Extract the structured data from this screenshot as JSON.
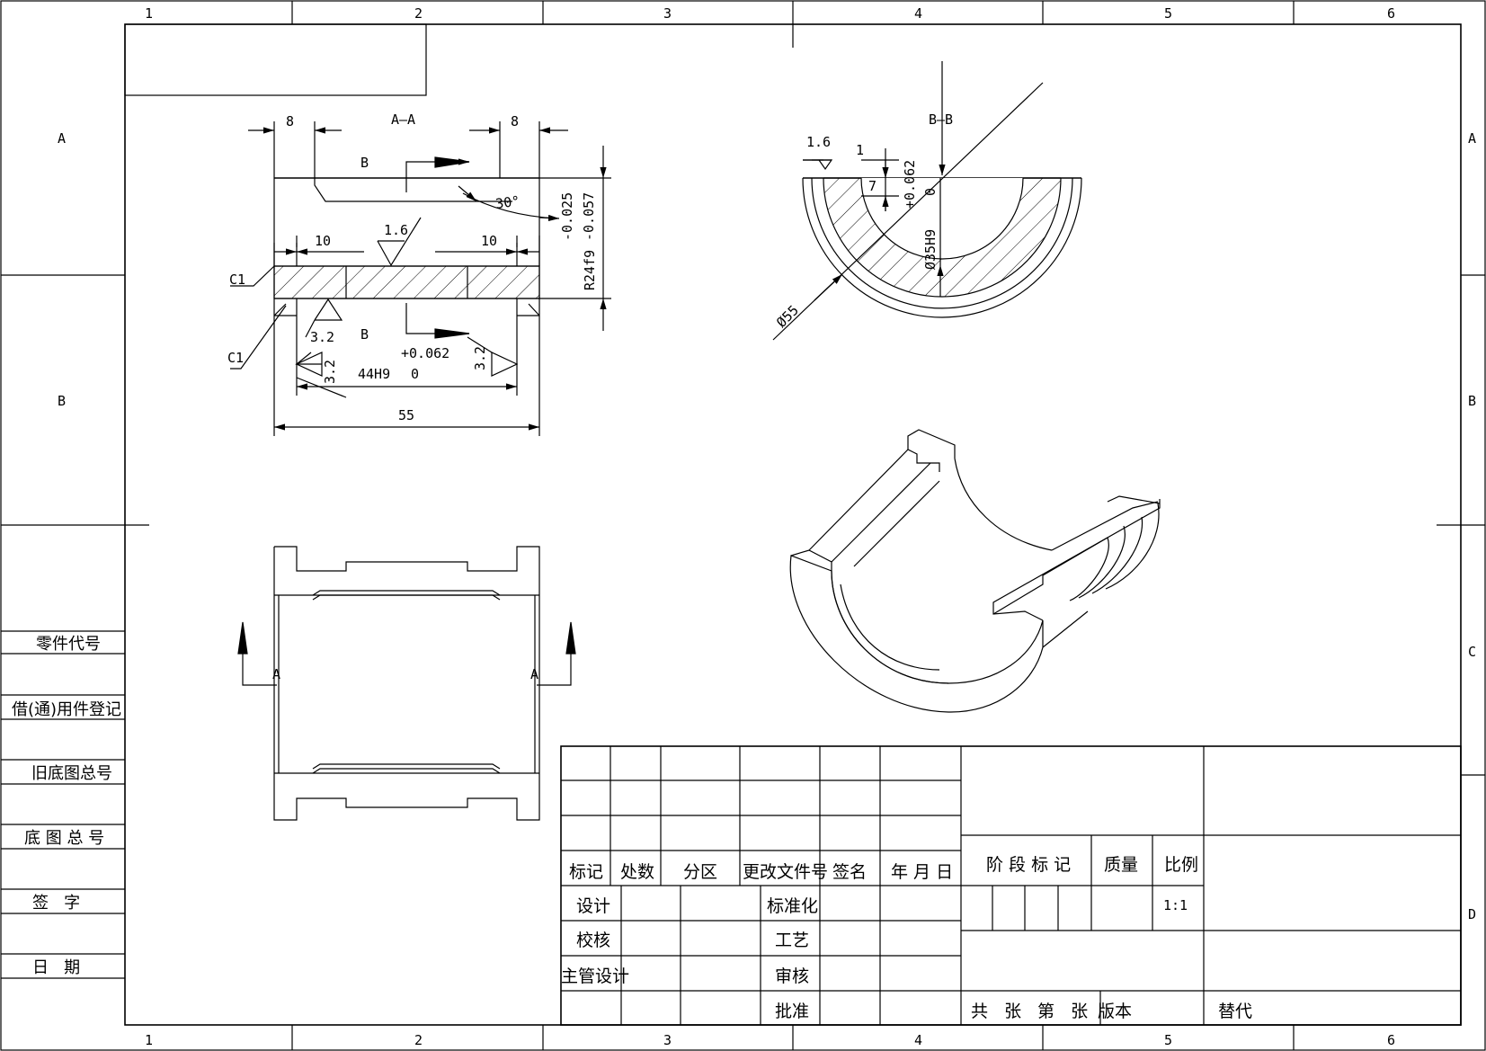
{
  "zones": {
    "columns": [
      "1",
      "2",
      "3",
      "4",
      "5",
      "6"
    ],
    "rows": [
      "A",
      "B",
      "C",
      "D"
    ]
  },
  "section_aa": {
    "title": "A—A",
    "dim_8_left": "8",
    "dim_8_right": "8",
    "cut_b_top": "B",
    "cut_b_bottom": "B",
    "angle": "30°",
    "dim_10_left": "10",
    "dim_10_right": "10",
    "rough_top": "1.6",
    "rough_bottom": "3.2",
    "rough_left": "3.2",
    "rough_right": "3.2",
    "chamfer_top": "C1",
    "chamfer_bottom": "C1",
    "bore_dim": "44H9",
    "bore_tol_upper": "+0.062",
    "bore_tol_lower": "0",
    "overall": "55",
    "radius_dim": "R24f9",
    "radius_tol_upper": "-0.025",
    "radius_tol_lower": "-0.057"
  },
  "section_bb": {
    "title": "B—B",
    "rough": "1.6",
    "dim_1": "1",
    "dim_7": "7",
    "tol_upper": "+0.062",
    "tol_lower": "0",
    "bore": "Ø35H9",
    "outer": "Ø55"
  },
  "front_view": {
    "cut_left": "A",
    "cut_right": "A"
  },
  "side_records": [
    "零件代号",
    "借(通)用件登记",
    "旧底图总号",
    "底 图 总 号",
    "签   字",
    "日   期"
  ],
  "title_block": {
    "rev_headers": [
      "标记",
      "处数",
      "分区",
      "更改文件号",
      "签名",
      "年 月 日"
    ],
    "signoff_left": [
      "设计",
      "校核",
      "主管设计"
    ],
    "signoff_mid": [
      "标准化",
      "工艺",
      "审核",
      "批准"
    ],
    "stage_mark": "阶 段 标 记",
    "mass": "质量",
    "scale": "比例",
    "scale_value": "1:1",
    "sheet_total": "共   张",
    "sheet_no": "第   张",
    "version": "版本",
    "replaces": "替代"
  }
}
